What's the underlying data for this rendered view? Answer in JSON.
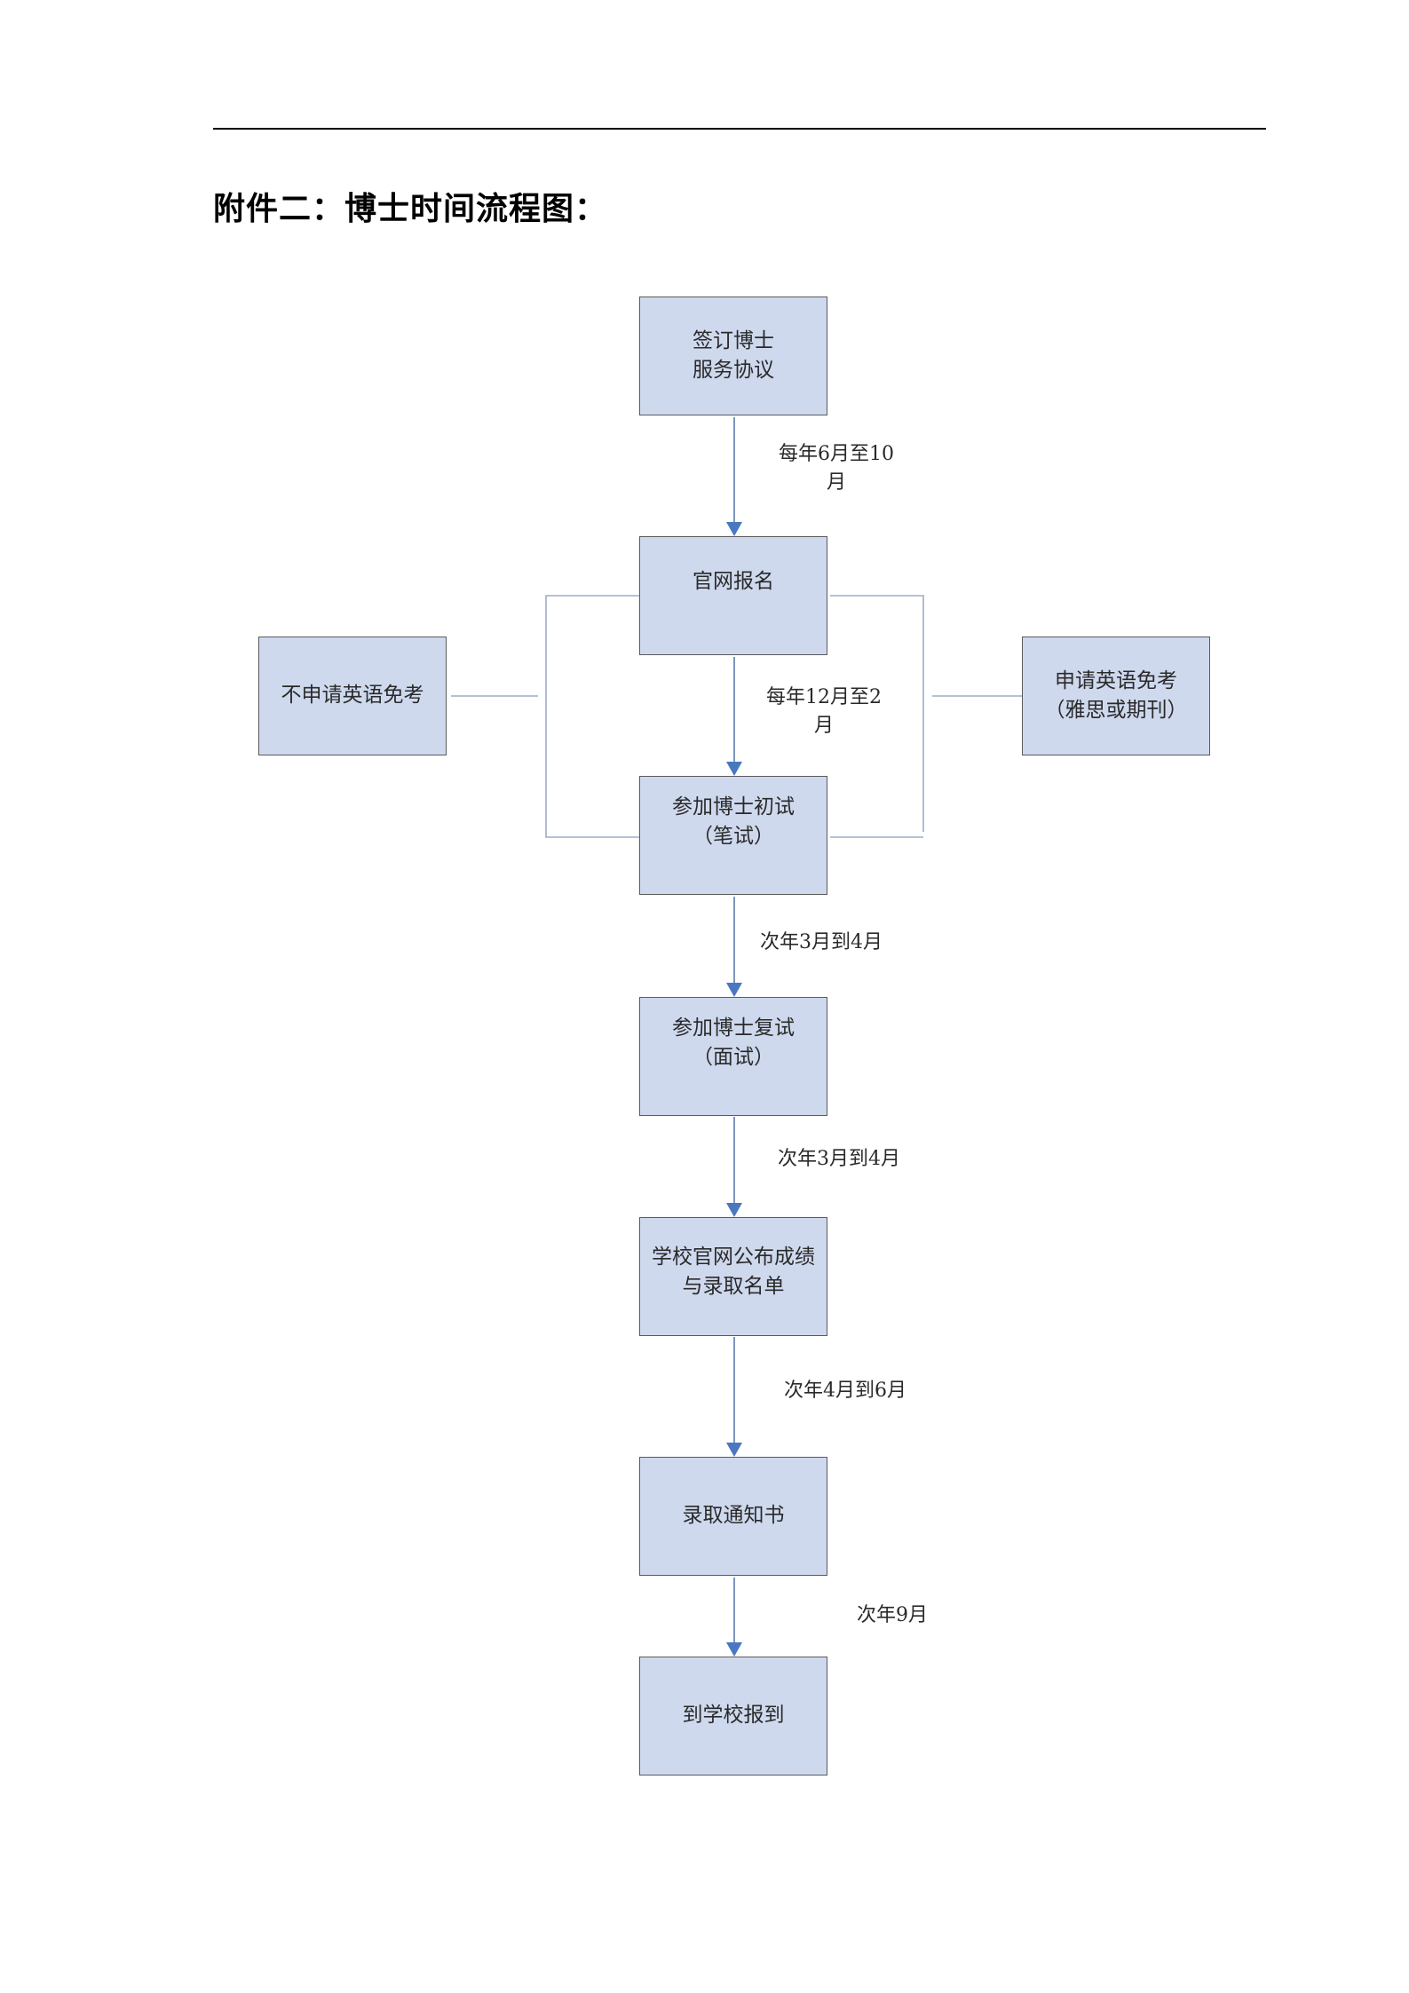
{
  "page_title": "附件二：博士时间流程图：",
  "nodes": {
    "sign_agreement": "签订博士\n服务协议",
    "online_registration": "官网报名",
    "no_exemption": "不申请英语免考",
    "apply_exemption": "申请英语免考\n（雅思或期刊）",
    "written_exam": "参加博士初试\n（笔试）",
    "interview": "参加博士复试\n（面试）",
    "publish_results": "学校官网公布成绩\n与录取名单",
    "admission_letter": "录取通知书",
    "report": "到学校报到"
  },
  "edges": {
    "sign_to_register": "每年6月至10\n月",
    "register_to_written": "每年12月至2\n月",
    "written_to_interview": "次年3月到4月",
    "interview_to_results": "次年3月到4月",
    "results_to_letter": "次年4月到6月",
    "letter_to_report": "次年9月"
  },
  "colors": {
    "node_fill": "#cfd9ee",
    "node_border": "#5a5a5a",
    "arrow": "#4a78c0",
    "connector": "#9aaec8"
  }
}
